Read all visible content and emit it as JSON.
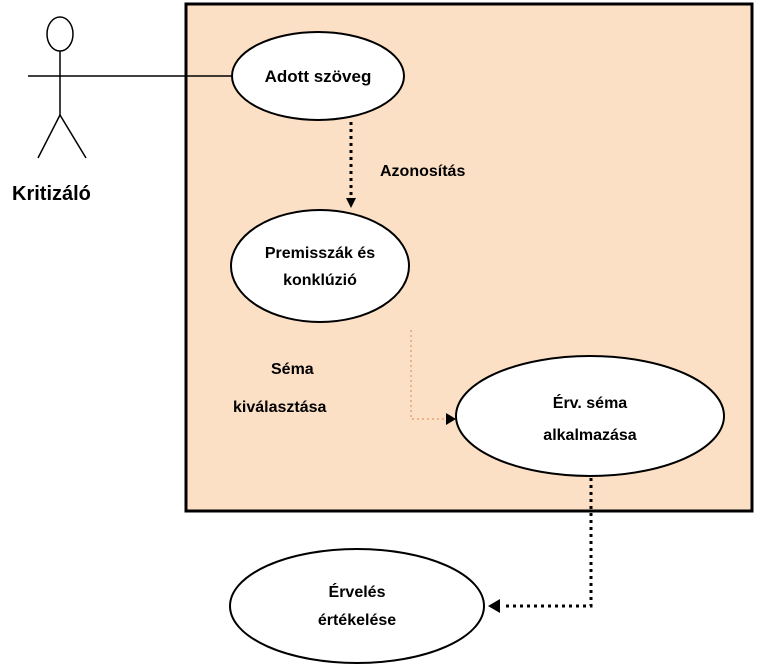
{
  "colors": {
    "system_fill": "#fce0c6",
    "ellipse_fill": "#ffffff",
    "stroke": "#000000",
    "dotted_stroke": "#e8b48a"
  },
  "actor": {
    "label": "Kritizáló",
    "icon": "stick-figure-actor-icon"
  },
  "use_cases": {
    "adott_szoveg": {
      "label": "Adott szöveg"
    },
    "premisszak": {
      "line1": "Premisszák és",
      "line2": "konklúzió"
    },
    "erv_sema": {
      "line1": "Érv. séma",
      "line2": "alkalmazása"
    },
    "erveles": {
      "line1": "Érvelés",
      "line2": "értékelése"
    }
  },
  "relations": {
    "azonositas": {
      "label": "Azonosítás"
    },
    "sema_kivalasztasa": {
      "line1": "Séma",
      "line2": "kiválasztása"
    }
  }
}
